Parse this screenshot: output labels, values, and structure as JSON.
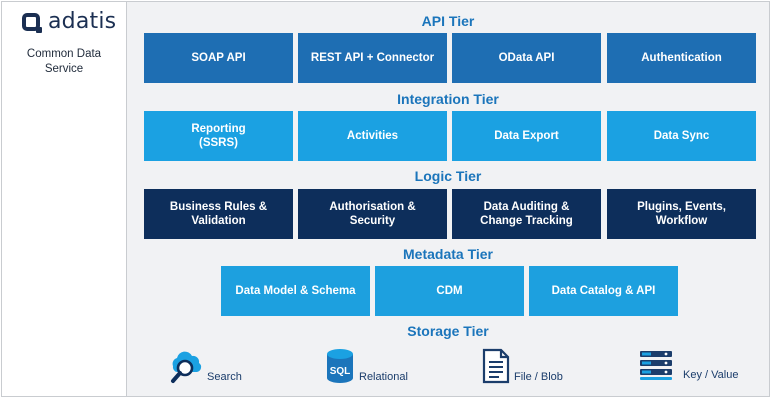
{
  "brand": {
    "name": "adatis",
    "subtitle_line1": "Common Data",
    "subtitle_line2": "Service"
  },
  "tiers": {
    "api": {
      "title": "API Tier",
      "items": [
        "SOAP API",
        "REST API + Connector",
        "OData API",
        "Authentication"
      ]
    },
    "integration": {
      "title": "Integration Tier",
      "items": [
        "Reporting\n(SSRS)",
        "Activities",
        "Data Export",
        "Data Sync"
      ]
    },
    "logic": {
      "title": "Logic Tier",
      "items": [
        "Business Rules &\nValidation",
        "Authorisation &\nSecurity",
        "Data Auditing &\nChange Tracking",
        "Plugins, Events,\nWorkflow"
      ]
    },
    "metadata": {
      "title": "Metadata Tier",
      "items": [
        "Data Model & Schema",
        "CDM",
        "Data Catalog & API"
      ]
    },
    "storage": {
      "title": "Storage Tier",
      "items": [
        {
          "label": "Search",
          "icon": "cloud-search-icon"
        },
        {
          "label": "Relational",
          "icon": "sql-database-icon",
          "icon_text": "SQL"
        },
        {
          "label": "File / Blob",
          "icon": "document-icon"
        },
        {
          "label": "Key / Value",
          "icon": "key-value-icon"
        }
      ]
    }
  },
  "colors": {
    "api": "#1e6eb3",
    "integration": "#1ba1e2",
    "logic": "#0d2e5b",
    "metadata": "#1da0df",
    "title": "#1b75bb"
  }
}
